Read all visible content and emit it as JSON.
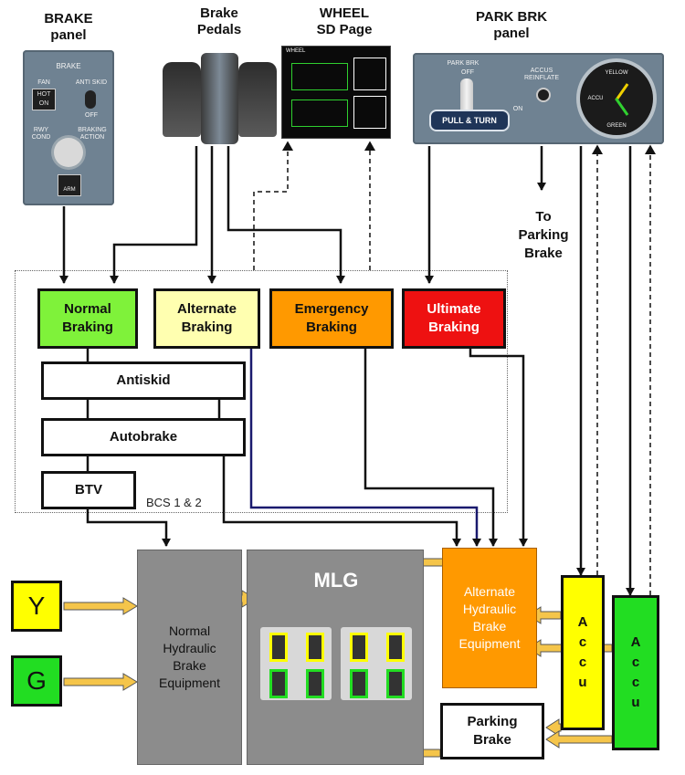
{
  "labels": {
    "brake_panel": "BRAKE\npanel",
    "brake_pedals": "Brake\nPedals",
    "wheel_sd": "WHEEL\nSD Page",
    "park_brk_panel": "PARK BRK\npanel",
    "to_parking_brake": "To\nParking\nBrake",
    "bcs": "BCS 1 & 2"
  },
  "boxes": {
    "normal": "Normal\nBraking",
    "alternate": "Alternate\nBraking",
    "emergency": "Emergency\nBraking",
    "ultimate": "Ultimate\nBraking",
    "antiskid": "Antiskid",
    "autobrake": "Autobrake",
    "btv": "BTV",
    "y": "Y",
    "g": "G",
    "normal_hyd": "Normal\nHydraulic\nBrake\nEquipment",
    "mlg": "MLG",
    "alt_hyd": "Alternate\nHydraulic\nBrake\nEquipment",
    "parking_brake": "Parking\nBrake",
    "accu_yellow": "A\nc\nc\nu",
    "accu_green": "A\nc\nc\nu"
  },
  "brake_panel": {
    "title": "BRAKE",
    "fan": "FAN",
    "hot": "HOT",
    "on": "ON",
    "anti_skid": "ANTI SKID",
    "off": "OFF",
    "rwy_cond": "RWY\nCOND",
    "braking_action": "BRAKING\nACTION",
    "arm": "ARM"
  },
  "wheel_page": {
    "title": "WHEEL"
  },
  "park_panel": {
    "title": "PARK BRK",
    "off": "OFF",
    "on": "ON",
    "pull_turn": "PULL & TURN",
    "accus_reinflate": "ACCUS\nREINFLATE",
    "yellow": "YELLOW",
    "green": "GREEN",
    "accu": "ACCU"
  },
  "colors": {
    "normal": "#7ff23a",
    "alternate": "#ffffb0",
    "emergency": "#ff9900",
    "ultimate": "#ee1111",
    "yellow": "#ffff00",
    "green": "#22dd22",
    "equipment_gray": "#8c8c8c",
    "alt_hyd_orange": "#ff9900",
    "arrow_fill": "#f5c54a",
    "alt_wire": "#1a1a6e"
  }
}
